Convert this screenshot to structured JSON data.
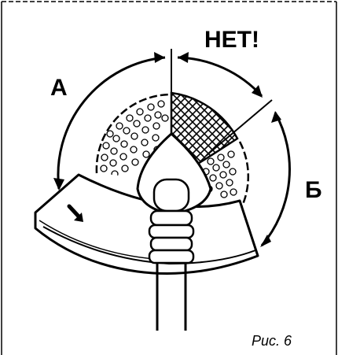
{
  "labels": {
    "zone_a": "А",
    "forbidden": "НЕТ!",
    "zone_b": "Б"
  },
  "caption": "Рис. 6",
  "colors": {
    "ink": "#000000",
    "paper": "#ffffff"
  },
  "icons": {
    "rotation_indicator": "arrow-icon"
  }
}
